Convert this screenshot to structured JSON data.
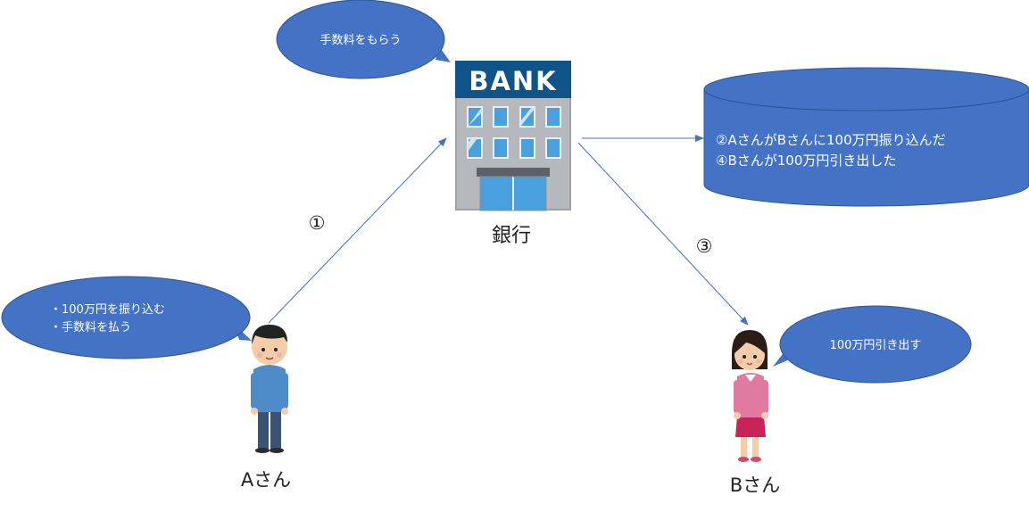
{
  "bank": {
    "sign": "BANK",
    "label": "銀行",
    "bubble": "手数料をもらう"
  },
  "person_a": {
    "label": "Aさん",
    "bubble_lines": [
      "・100万円を振り込む",
      "・手数料を払う"
    ]
  },
  "person_b": {
    "label": "Bさん",
    "bubble": "100万円引き出す"
  },
  "ledger": {
    "lines": [
      "②AさんがBさんに100万円振り込んだ",
      "④Bさんが100万円引き出した"
    ]
  },
  "steps": {
    "step1": "①",
    "step3": "③"
  },
  "colors": {
    "shape_fill": "#4472c4",
    "shape_stroke": "#2f5597",
    "arrow": "#4472c4",
    "text_on_shape": "#ffffff",
    "text": "#222222"
  }
}
